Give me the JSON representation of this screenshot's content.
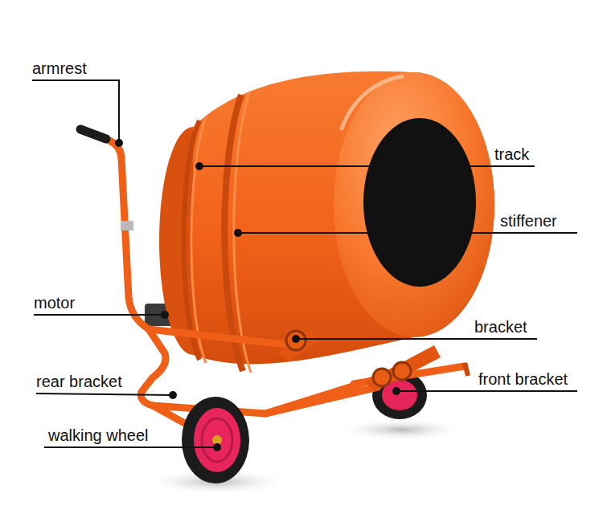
{
  "diagram": {
    "labels": [
      "armrest",
      "track",
      "stiffener",
      "motor",
      "bracket",
      "rear bracket",
      "front bracket",
      "walking wheel"
    ]
  }
}
